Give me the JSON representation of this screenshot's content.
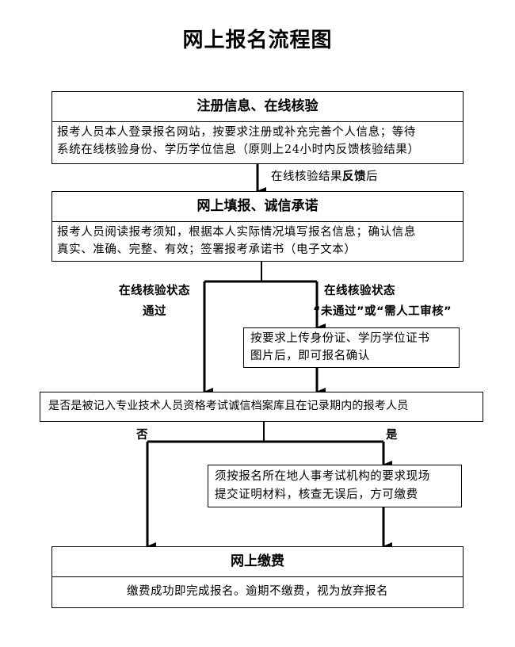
{
  "title": "网上报名流程图",
  "step1": {
    "heading": "注册信息、在线核验",
    "body_line1": "报考人员本人登录报名网站，按要求注册或补充完善个人信息；等待",
    "body_line2": "系统在线核验身份、学历学位信息（原则上24小时内反馈核验结果）"
  },
  "arrow1_label": {
    "prefix": "在线核验结果",
    "bold": "反馈",
    "suffix": "后"
  },
  "step2": {
    "heading": "网上填报、诚信承诺",
    "body_line1": "报考人员阅读报考须知，根据本人实际情况填写报名信息；确认信息",
    "body_line2": "真实、准确、完整、有效；签署报考承诺书（电子文本）"
  },
  "branch_left": {
    "line1": "在线核验状态",
    "line2": "通过"
  },
  "branch_right": {
    "line1": "在线核验状态",
    "line2": "“未通过”或“需人工审核”"
  },
  "upload_box": {
    "line1": "按要求上传身份证、学历学位证书",
    "line2": "图片后，即可报名确认"
  },
  "check_box": {
    "text": "是否是被记入专业技术人员资格考试诚信档案库且在记录期内的报考人员"
  },
  "no_label": "否",
  "yes_label": "是",
  "proof_box": {
    "line1": "须按报名所在地人事考试机构的要求现场",
    "line2": "提交证明材料，核查无误后，方可缴费"
  },
  "step3": {
    "heading": "网上缴费",
    "body": "缴费成功即完成报名。逾期不缴费，视为放弃报名"
  }
}
